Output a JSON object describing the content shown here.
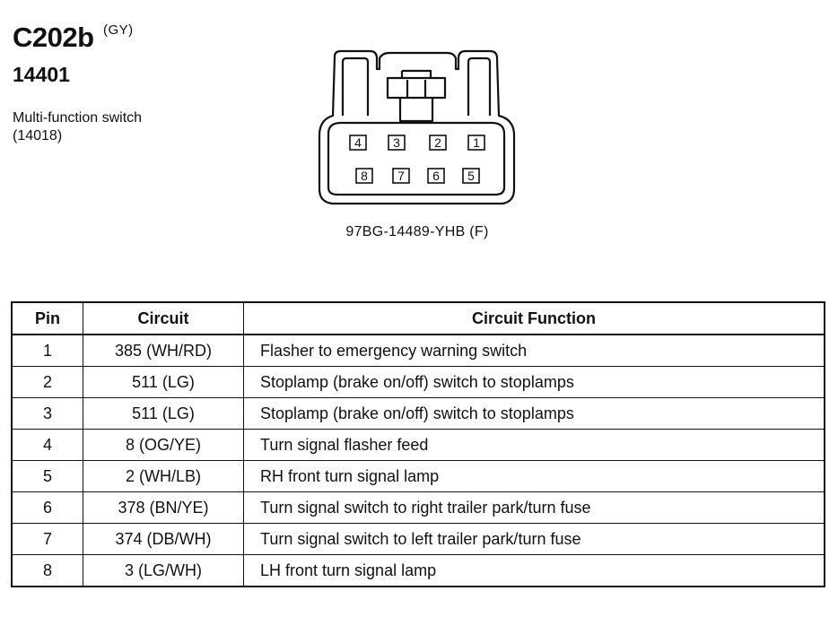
{
  "header": {
    "connector_id": "C202b",
    "color_code": "(GY)",
    "part_number": "14401",
    "component_name": "Multi-function switch",
    "component_number": "(14018)"
  },
  "connector": {
    "part_number": "97BG-14489-YHB (F)",
    "pins_top": [
      "4",
      "3",
      "2",
      "1"
    ],
    "pins_bottom": [
      "8",
      "7",
      "6",
      "5"
    ]
  },
  "table": {
    "headers": {
      "pin": "Pin",
      "circuit": "Circuit",
      "function": "Circuit Function"
    },
    "rows": [
      {
        "pin": "1",
        "circuit": "385 (WH/RD)",
        "function": "Flasher to emergency warning switch"
      },
      {
        "pin": "2",
        "circuit": "511 (LG)",
        "function": "Stoplamp (brake on/off) switch to stoplamps"
      },
      {
        "pin": "3",
        "circuit": "511 (LG)",
        "function": "Stoplamp (brake on/off) switch to stoplamps"
      },
      {
        "pin": "4",
        "circuit": "8 (OG/YE)",
        "function": "Turn signal flasher feed"
      },
      {
        "pin": "5",
        "circuit": "2 (WH/LB)",
        "function": "RH front turn signal lamp"
      },
      {
        "pin": "6",
        "circuit": "378 (BN/YE)",
        "function": "Turn signal switch to right trailer park/turn fuse"
      },
      {
        "pin": "7",
        "circuit": "374 (DB/WH)",
        "function": "Turn signal switch to left trailer park/turn fuse"
      },
      {
        "pin": "8",
        "circuit": "3 (LG/WH)",
        "function": "LH front turn signal lamp"
      }
    ]
  }
}
